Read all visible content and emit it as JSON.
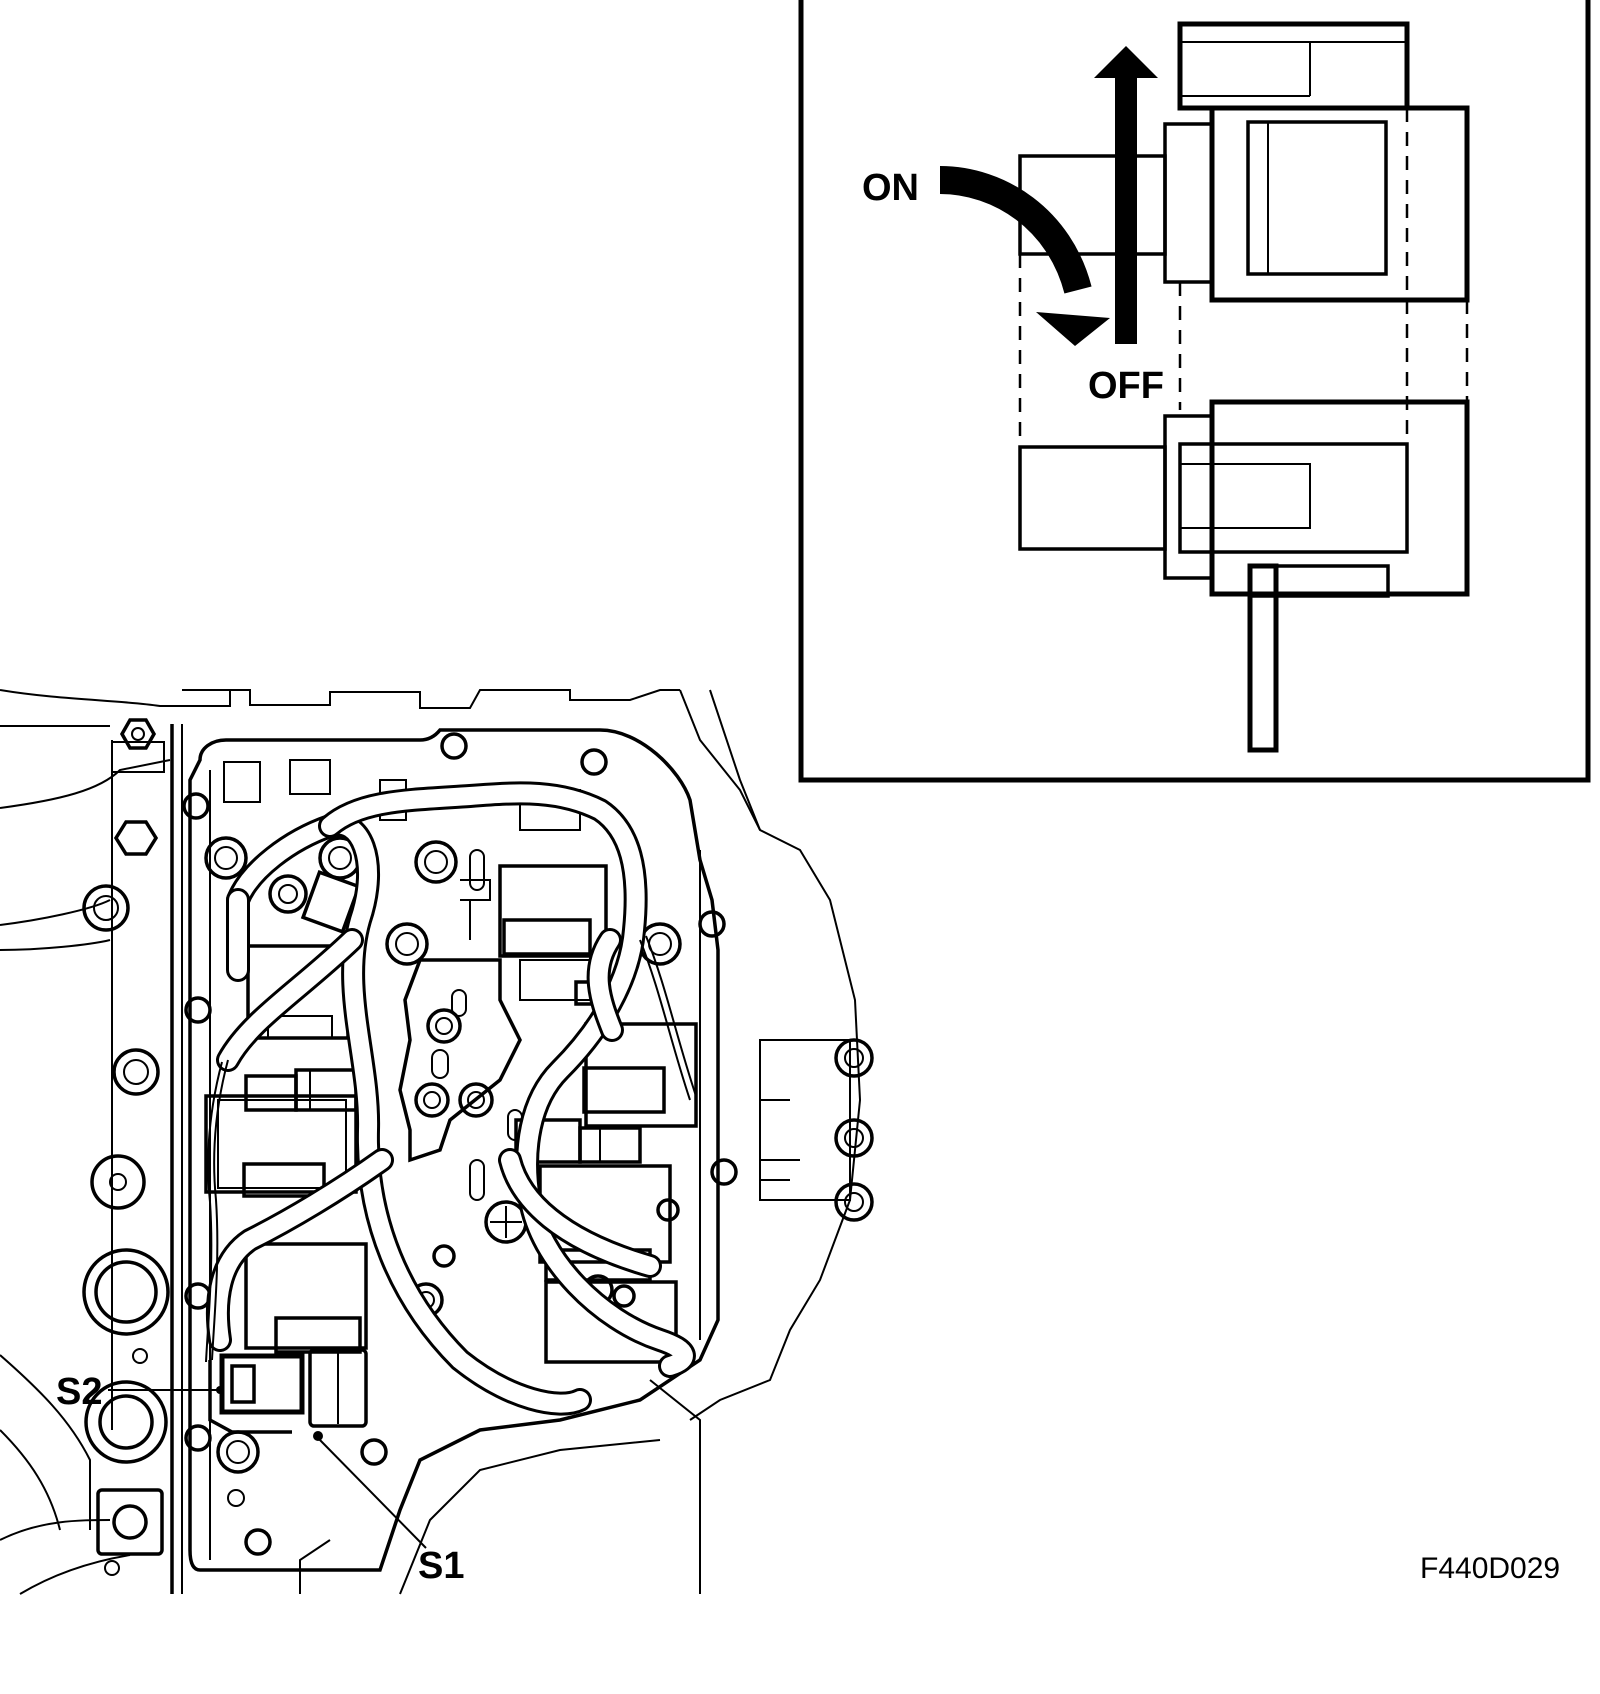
{
  "figure": {
    "code": "F440D029"
  },
  "inset": {
    "on_label": "ON",
    "off_label": "OFF"
  },
  "callouts": {
    "s1": "S1",
    "s2": "S2"
  }
}
